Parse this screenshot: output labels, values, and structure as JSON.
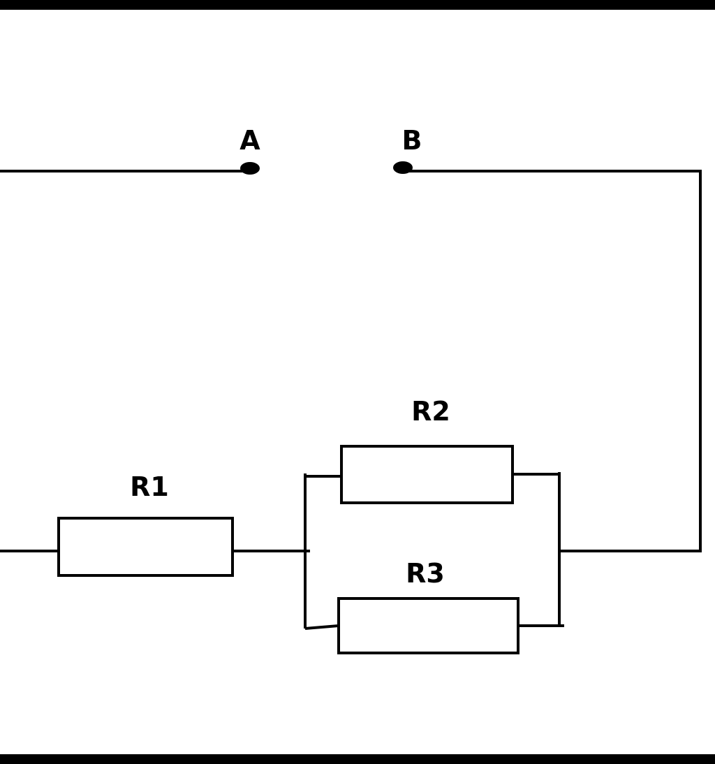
{
  "diagram": {
    "terminals": [
      {
        "id": "A",
        "label": "A"
      },
      {
        "id": "B",
        "label": "B"
      }
    ],
    "resistors": [
      {
        "id": "R1",
        "label": "R1"
      },
      {
        "id": "R2",
        "label": "R2"
      },
      {
        "id": "R3",
        "label": "R3"
      }
    ],
    "colors": {
      "line": "#000000",
      "background": "#ffffff",
      "frame": "#000000"
    }
  }
}
